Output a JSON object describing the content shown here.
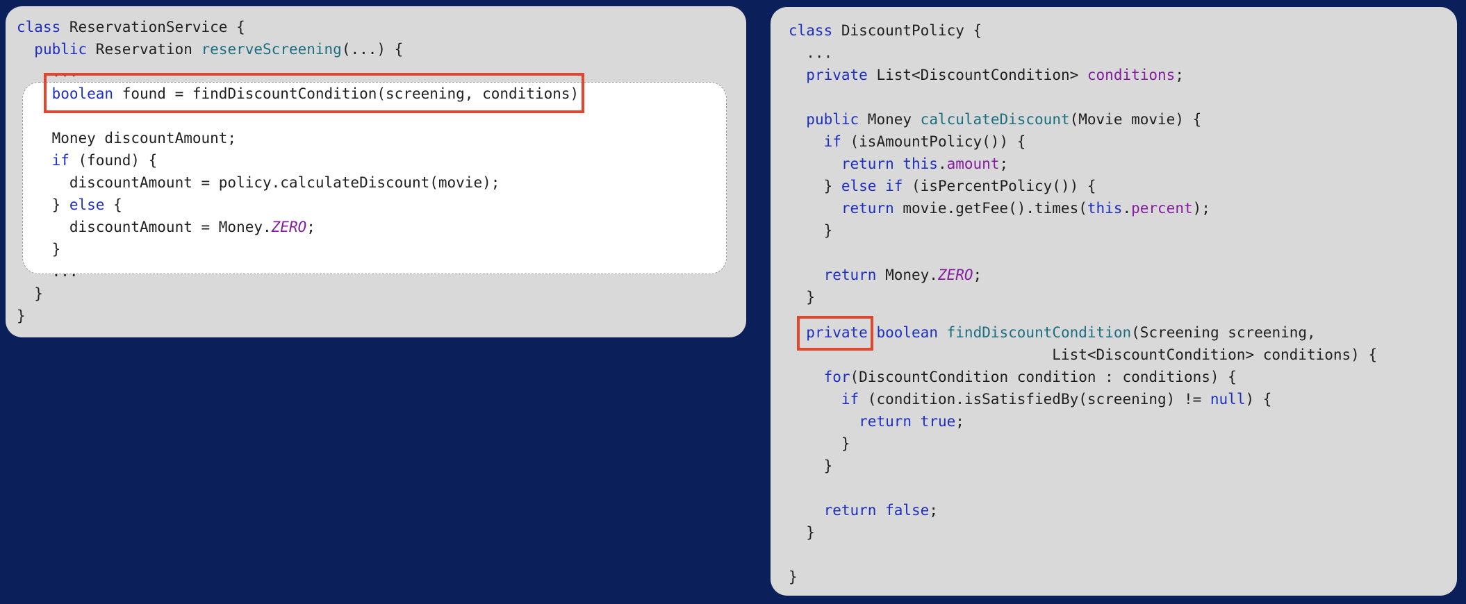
{
  "left_code": {
    "before": [
      [
        {
          "t": "class",
          "c": "k"
        },
        {
          "t": " ReservationService {",
          "c": ""
        }
      ],
      [
        {
          "t": "  ",
          "c": ""
        },
        {
          "t": "public",
          "c": "k"
        },
        {
          "t": " Reservation ",
          "c": ""
        },
        {
          "t": "reserveScreening",
          "c": "m"
        },
        {
          "t": "(...) {",
          "c": ""
        }
      ],
      [
        {
          "t": "    ...",
          "c": ""
        }
      ]
    ],
    "extracted": [
      [
        {
          "t": "    ",
          "c": ""
        },
        {
          "t": "boolean",
          "c": "k"
        },
        {
          "t": " found = findDiscountCondition(screening, conditions);",
          "c": ""
        }
      ],
      [
        {
          "t": "",
          "c": ""
        }
      ],
      [
        {
          "t": "    Money discountAmount;",
          "c": ""
        }
      ],
      [
        {
          "t": "    ",
          "c": ""
        },
        {
          "t": "if",
          "c": "k"
        },
        {
          "t": " (found) {",
          "c": ""
        }
      ],
      [
        {
          "t": "      discountAmount = policy.calculateDiscount(movie);",
          "c": ""
        }
      ],
      [
        {
          "t": "    } ",
          "c": ""
        },
        {
          "t": "else",
          "c": "k"
        },
        {
          "t": " {",
          "c": ""
        }
      ],
      [
        {
          "t": "      discountAmount = Money.",
          "c": ""
        },
        {
          "t": "ZERO",
          "c": "c"
        },
        {
          "t": ";",
          "c": ""
        }
      ],
      [
        {
          "t": "    }",
          "c": ""
        }
      ]
    ],
    "after": [
      [
        {
          "t": "    ...",
          "c": ""
        }
      ],
      [
        {
          "t": "  }",
          "c": ""
        }
      ],
      [
        {
          "t": "}",
          "c": ""
        }
      ]
    ]
  },
  "right_code": {
    "part1": [
      [
        {
          "t": "class",
          "c": "k"
        },
        {
          "t": " DiscountPolicy {",
          "c": ""
        }
      ],
      [
        {
          "t": "  ...",
          "c": ""
        }
      ],
      [
        {
          "t": "  ",
          "c": ""
        },
        {
          "t": "private",
          "c": "k"
        },
        {
          "t": " List<DiscountCondition> ",
          "c": ""
        },
        {
          "t": "conditions",
          "c": "f"
        },
        {
          "t": ";",
          "c": ""
        }
      ],
      [
        {
          "t": "",
          "c": ""
        }
      ],
      [
        {
          "t": "  ",
          "c": ""
        },
        {
          "t": "public",
          "c": "k"
        },
        {
          "t": " Money ",
          "c": ""
        },
        {
          "t": "calculateDiscount",
          "c": "m"
        },
        {
          "t": "(Movie movie) {",
          "c": ""
        }
      ],
      [
        {
          "t": "    ",
          "c": ""
        },
        {
          "t": "if",
          "c": "k"
        },
        {
          "t": " (isAmountPolicy()) {",
          "c": ""
        }
      ],
      [
        {
          "t": "      ",
          "c": ""
        },
        {
          "t": "return",
          "c": "k"
        },
        {
          "t": " ",
          "c": ""
        },
        {
          "t": "this",
          "c": "k"
        },
        {
          "t": ".",
          "c": ""
        },
        {
          "t": "amount",
          "c": "f"
        },
        {
          "t": ";",
          "c": ""
        }
      ],
      [
        {
          "t": "    } ",
          "c": ""
        },
        {
          "t": "else if",
          "c": "k"
        },
        {
          "t": " (isPercentPolicy()) {",
          "c": ""
        }
      ],
      [
        {
          "t": "      ",
          "c": ""
        },
        {
          "t": "return",
          "c": "k"
        },
        {
          "t": " movie.getFee().times(",
          "c": ""
        },
        {
          "t": "this",
          "c": "k"
        },
        {
          "t": ".",
          "c": ""
        },
        {
          "t": "percent",
          "c": "f"
        },
        {
          "t": ");",
          "c": ""
        }
      ],
      [
        {
          "t": "    }",
          "c": ""
        }
      ],
      [
        {
          "t": "",
          "c": ""
        }
      ],
      [
        {
          "t": "    ",
          "c": ""
        },
        {
          "t": "return",
          "c": "k"
        },
        {
          "t": " Money.",
          "c": ""
        },
        {
          "t": "ZERO",
          "c": "c"
        },
        {
          "t": ";",
          "c": ""
        }
      ],
      [
        {
          "t": "  }",
          "c": ""
        }
      ]
    ],
    "part2": [
      [
        {
          "t": "  ",
          "c": ""
        },
        {
          "t": "private",
          "c": "k"
        },
        {
          "t": " ",
          "c": ""
        },
        {
          "t": "boolean",
          "c": "k"
        },
        {
          "t": " ",
          "c": ""
        },
        {
          "t": "findDiscountCondition",
          "c": "m"
        },
        {
          "t": "(Screening screening,",
          "c": ""
        }
      ],
      [
        {
          "t": "                              List<DiscountCondition> conditions) {",
          "c": ""
        }
      ],
      [
        {
          "t": "    ",
          "c": ""
        },
        {
          "t": "for",
          "c": "k"
        },
        {
          "t": "(DiscountCondition condition : conditions) {",
          "c": ""
        }
      ],
      [
        {
          "t": "      ",
          "c": ""
        },
        {
          "t": "if",
          "c": "k"
        },
        {
          "t": " (condition.isSatisfiedBy(screening) != ",
          "c": ""
        },
        {
          "t": "null",
          "c": "k"
        },
        {
          "t": ") {",
          "c": ""
        }
      ],
      [
        {
          "t": "        ",
          "c": ""
        },
        {
          "t": "return",
          "c": "k"
        },
        {
          "t": " ",
          "c": ""
        },
        {
          "t": "true",
          "c": "k"
        },
        {
          "t": ";",
          "c": ""
        }
      ],
      [
        {
          "t": "      }",
          "c": ""
        }
      ],
      [
        {
          "t": "    }",
          "c": ""
        }
      ],
      [
        {
          "t": "",
          "c": ""
        }
      ],
      [
        {
          "t": "    ",
          "c": ""
        },
        {
          "t": "return",
          "c": "k"
        },
        {
          "t": " ",
          "c": ""
        },
        {
          "t": "false",
          "c": "k"
        },
        {
          "t": ";",
          "c": ""
        }
      ],
      [
        {
          "t": "  }",
          "c": ""
        }
      ],
      [
        {
          "t": "",
          "c": ""
        }
      ],
      [
        {
          "t": "}",
          "c": ""
        }
      ]
    ]
  },
  "colors": {
    "background": "#0b1f5a",
    "panel": "#d9d9d9",
    "keyword": "#1c2fbf",
    "method": "#1b6e80",
    "field": "#851ca0",
    "highlight": "#e2462f"
  }
}
